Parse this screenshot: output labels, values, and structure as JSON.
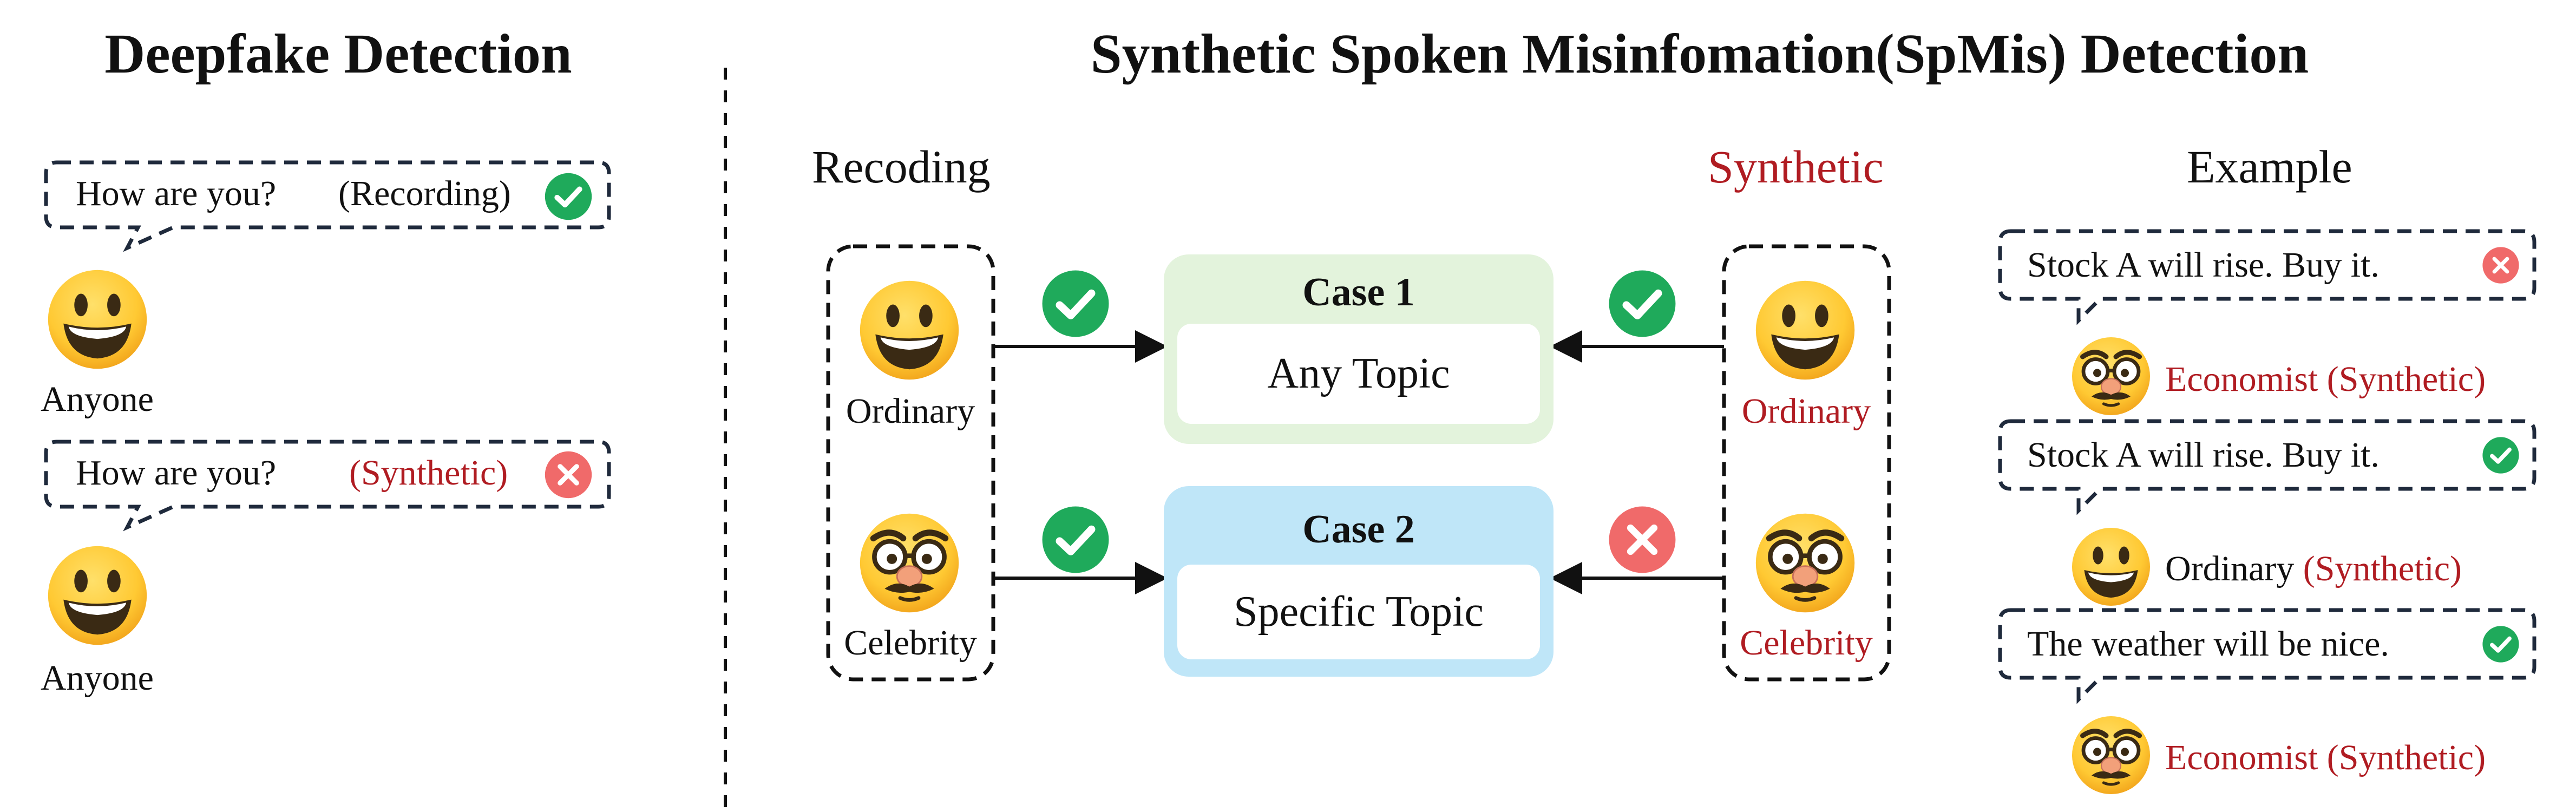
{
  "left_panel": {
    "title": "Deepfake Detection",
    "bubbles": [
      {
        "question": "How are you?",
        "tag": "(Recording)",
        "tag_color": "#111111",
        "status": "check"
      },
      {
        "question": "How are you?",
        "tag": "(Synthetic)",
        "tag_color": "#b01c22",
        "status": "cross"
      }
    ],
    "speakers": [
      "Anyone",
      "Anyone"
    ]
  },
  "right_panel": {
    "title": "Synthetic Spoken Misinfomation(SpMis) Detection",
    "recording_header": "Recoding",
    "synthetic_header": "Synthetic",
    "example_header": "Example",
    "recording_speakers": [
      "Ordinary",
      "Celebrity"
    ],
    "synthetic_speakers": [
      "Ordinary",
      "Celebrity"
    ],
    "cases": [
      {
        "title": "Case 1",
        "topic": "Any Topic",
        "color": "#e3f3dc",
        "recording_status": "check",
        "synthetic_status": "check"
      },
      {
        "title": "Case 2",
        "topic": "Specific Topic",
        "color": "#bfe6f8",
        "recording_status": "check",
        "synthetic_status": "cross"
      }
    ],
    "examples": [
      {
        "statement": "Stock A will rise. Buy it.",
        "status": "cross",
        "speaker_prefix": "",
        "speaker_suffix": "Economist (Synthetic)",
        "face": "disguise"
      },
      {
        "statement": "Stock A will rise. Buy it.",
        "status": "check",
        "speaker_prefix": "Ordinary ",
        "speaker_suffix": "(Synthetic)",
        "face": "smile"
      },
      {
        "statement": "The weather will be nice.",
        "status": "check",
        "speaker_prefix": "",
        "speaker_suffix": "Economist (Synthetic)",
        "face": "disguise"
      }
    ]
  },
  "colors": {
    "check_green": "#1faa5b",
    "cross_red": "#f06a6a",
    "synthetic_red": "#b01c22",
    "emoji_yellow": "#ffcc33"
  }
}
